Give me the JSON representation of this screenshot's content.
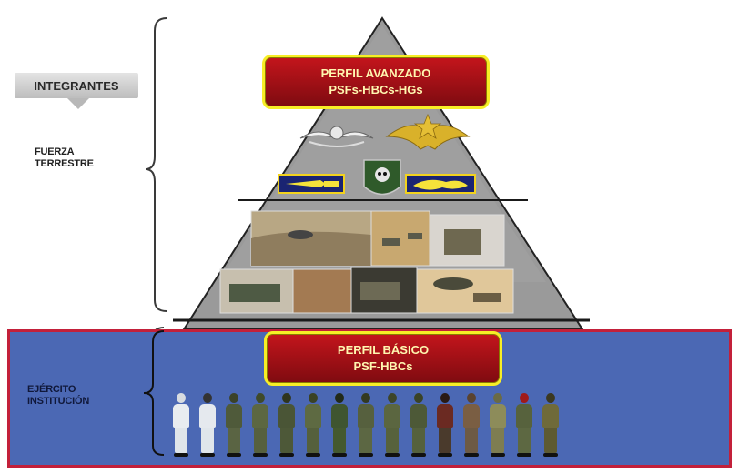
{
  "left_labels": {
    "integrantes": "INTEGRANTES",
    "fuerza_terrestre": [
      "FUERZA",
      "TERRESTRE"
    ],
    "ejercito_institucion": [
      "EJÉRCITO",
      "INSTITUCIÓN"
    ]
  },
  "perfil_avanzado": {
    "title": "PERFIL AVANZADO",
    "subtitle": "PSFs-HBCs-HGs"
  },
  "perfil_basico": {
    "title": "PERFIL BÁSICO",
    "subtitle": "PSF-HBCs"
  },
  "colors": {
    "profile_red": "#b31218",
    "profile_border": "#f7ee26",
    "institution_blue": "#4b68b4",
    "institution_border": "#c3203a",
    "pyramid_gray": "#9a9a9a"
  },
  "insignia": [
    "parachutist-wings-icon",
    "golden-eagle-insignia-icon",
    "knife-badge-icon",
    "skull-shield-emblem-icon",
    "diver-badge-icon"
  ],
  "soldier_uniforms": [
    {
      "top": "#e8ecf0",
      "legs": "#dfe5ea",
      "head": "#d8dce0"
    },
    {
      "top": "#e5e9ee",
      "legs": "#e0e6eb",
      "head": "#333333"
    },
    {
      "top": "#4f5a3a",
      "legs": "#5a6443",
      "head": "#3b4229"
    },
    {
      "top": "#5c6741",
      "legs": "#56603e",
      "head": "#3f4a2a"
    },
    {
      "top": "#4a5536",
      "legs": "#4d5838",
      "head": "#2f351f"
    },
    {
      "top": "#5e6a42",
      "legs": "#55603c",
      "head": "#3a4226"
    },
    {
      "top": "#3f5530",
      "legs": "#44592f",
      "head": "#222a18"
    },
    {
      "top": "#56603e",
      "legs": "#5c6743",
      "head": "#333a22"
    },
    {
      "top": "#5b6640",
      "legs": "#57623c",
      "head": "#3d4528"
    },
    {
      "top": "#4d5937",
      "legs": "#55613d",
      "head": "#3a4326"
    },
    {
      "top": "#6b2a22",
      "legs": "#4a3a2c",
      "head": "#2a1a14"
    },
    {
      "top": "#7a5e43",
      "legs": "#6d5a44",
      "head": "#5a432f"
    },
    {
      "top": "#8d8c5a",
      "legs": "#7e7d51",
      "head": "#6a6a44"
    },
    {
      "top": "#57623d",
      "legs": "#5d6842",
      "head": "#a01a1a"
    },
    {
      "top": "#6f6a3a",
      "legs": "#5d5a32",
      "head": "#3b3820"
    }
  ]
}
